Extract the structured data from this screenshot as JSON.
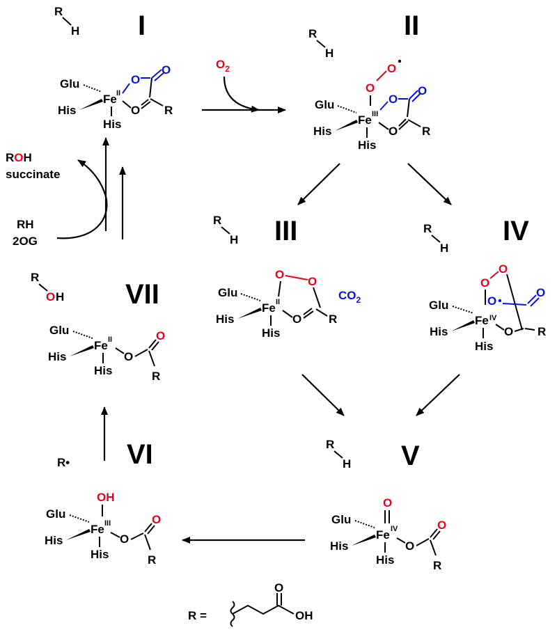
{
  "labels": {
    "I": "I",
    "II": "II",
    "III": "III",
    "IV": "IV",
    "V": "V",
    "VI": "VI",
    "VII": "VII"
  },
  "atoms": {
    "glu": "Glu",
    "his": "His",
    "fe": "Fe",
    "o": "O",
    "r": "R",
    "h": "H",
    "oh": "OH"
  },
  "oxidation_states": {
    "I": "II",
    "II": "III",
    "III": "II",
    "IV": "IV",
    "V": "IV",
    "VI": "III",
    "VII": "II"
  },
  "reagents": {
    "o2_main": "O",
    "o2_sub": "2",
    "co2_main": "CO",
    "co2_sub": "2",
    "roh_r": "R",
    "roh_o": "O",
    "roh_h": "H",
    "succinate": "succinate",
    "rh": "RH",
    "twoog": "2OG",
    "radical": "R•"
  },
  "legend": {
    "r_equals": "R ="
  },
  "colors": {
    "oxygen_red": "#e8001c",
    "carboxylate_blue": "#0a14d6",
    "ink": "#000000"
  }
}
